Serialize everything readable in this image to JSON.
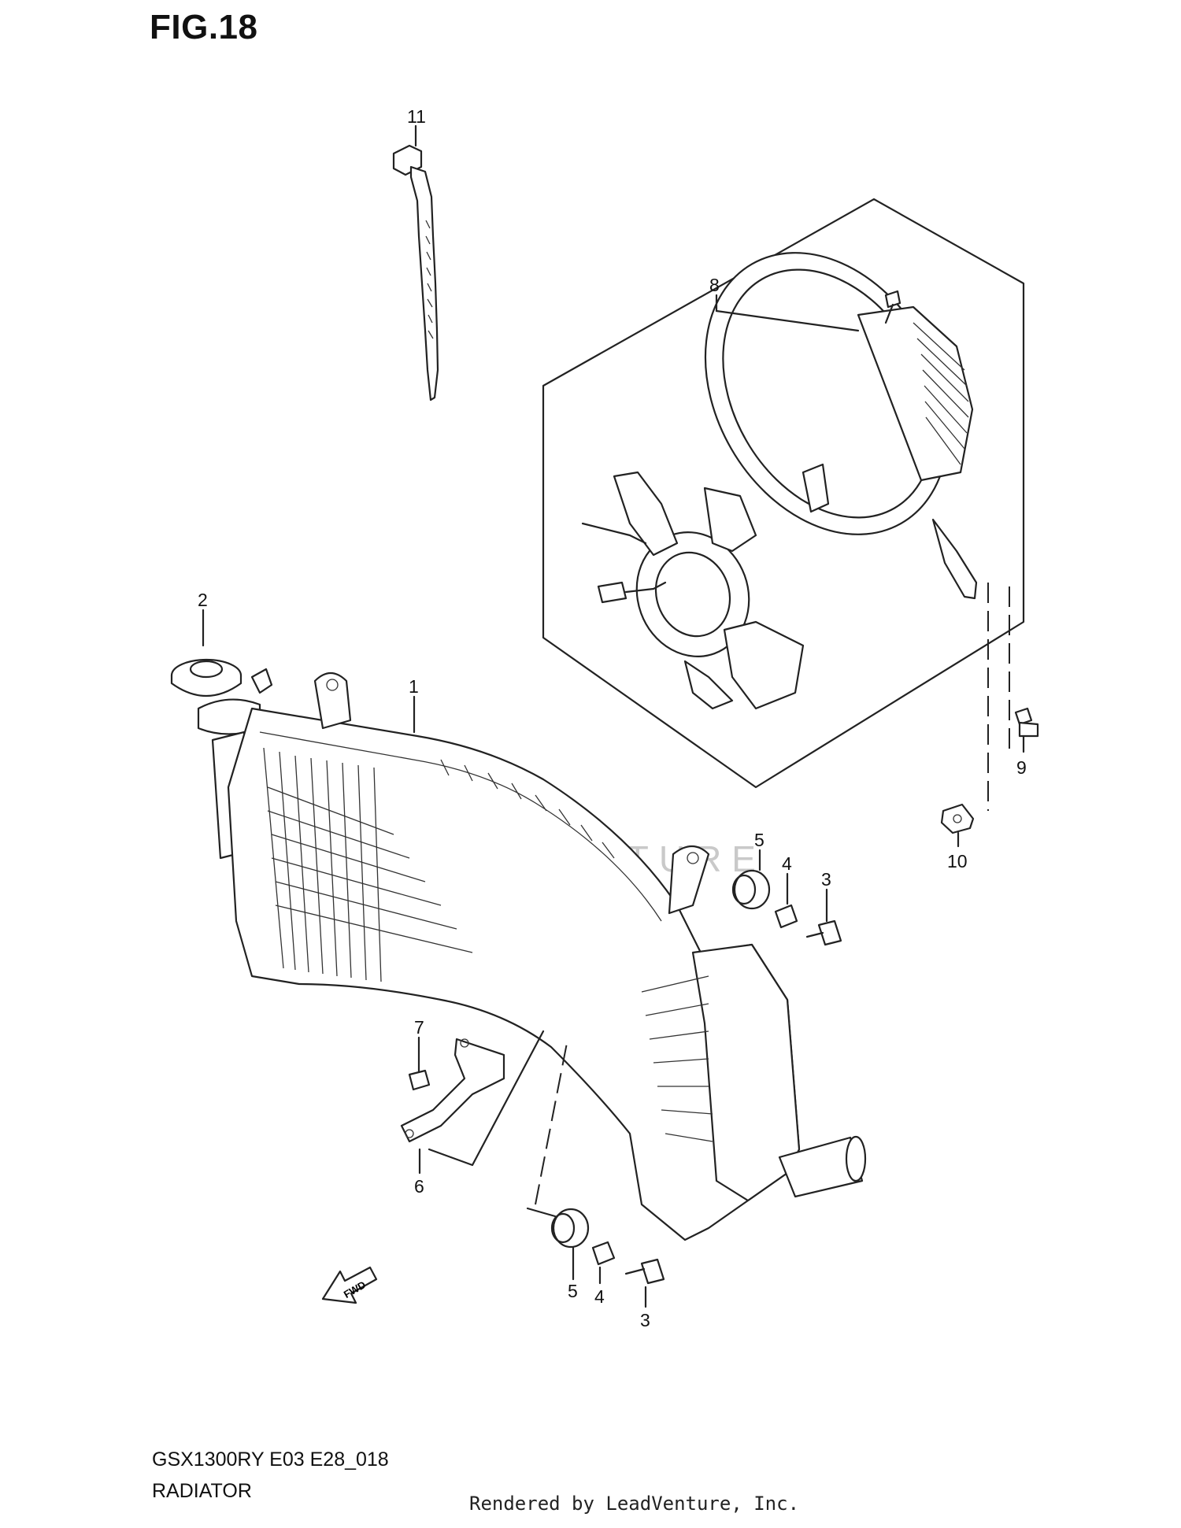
{
  "figure": {
    "title": "FIG.18",
    "model_code": "GSX1300RY E03 E28_018",
    "section": "RADIATOR",
    "rendered_by": "Rendered by LeadVenture, Inc.",
    "watermark": "LEADVENTURE"
  },
  "callouts": [
    {
      "id": "c11",
      "label": "11"
    },
    {
      "id": "c8",
      "label": "8"
    },
    {
      "id": "c2",
      "label": "2"
    },
    {
      "id": "c1",
      "label": "1"
    },
    {
      "id": "c9",
      "label": "9"
    },
    {
      "id": "c10",
      "label": "10"
    },
    {
      "id": "c5a",
      "label": "5"
    },
    {
      "id": "c4a",
      "label": "4"
    },
    {
      "id": "c3a",
      "label": "3"
    },
    {
      "id": "c7",
      "label": "7"
    },
    {
      "id": "c6",
      "label": "6"
    },
    {
      "id": "c5b",
      "label": "5"
    },
    {
      "id": "c4b",
      "label": "4"
    },
    {
      "id": "c3b",
      "label": "3"
    }
  ],
  "fwd_label": "FWD"
}
